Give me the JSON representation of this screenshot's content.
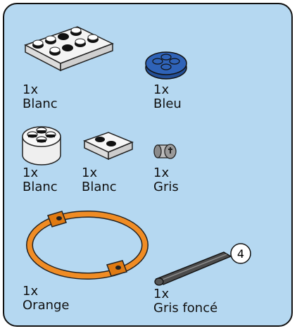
{
  "parts": [
    {
      "qty": "1x",
      "color": "Blanc"
    },
    {
      "qty": "1x",
      "color": "Bleu"
    },
    {
      "qty": "1x",
      "color": "Blanc"
    },
    {
      "qty": "1x",
      "color": "Blanc"
    },
    {
      "qty": "1x",
      "color": "Gris"
    },
    {
      "qty": "1x",
      "color": "Orange"
    },
    {
      "qty": "1x",
      "color": "Gris foncé"
    }
  ],
  "axle_length_badge": "4",
  "colors": {
    "panel_background": "#b5d8f1",
    "white_part": "#f4f4f4",
    "blue_part": "#2f63b8",
    "gray_part": "#9a9a9a",
    "orange_part": "#f08c24",
    "dark_gray_part": "#4b4b4b"
  },
  "icons": [
    "white-plate-4x2-icon",
    "blue-round-plate-2x2-icon",
    "white-round-brick-2x2-icon",
    "white-tile-2x2-icon",
    "gray-bush-icon",
    "orange-hoop-icon",
    "dark-gray-axle-4-icon"
  ]
}
